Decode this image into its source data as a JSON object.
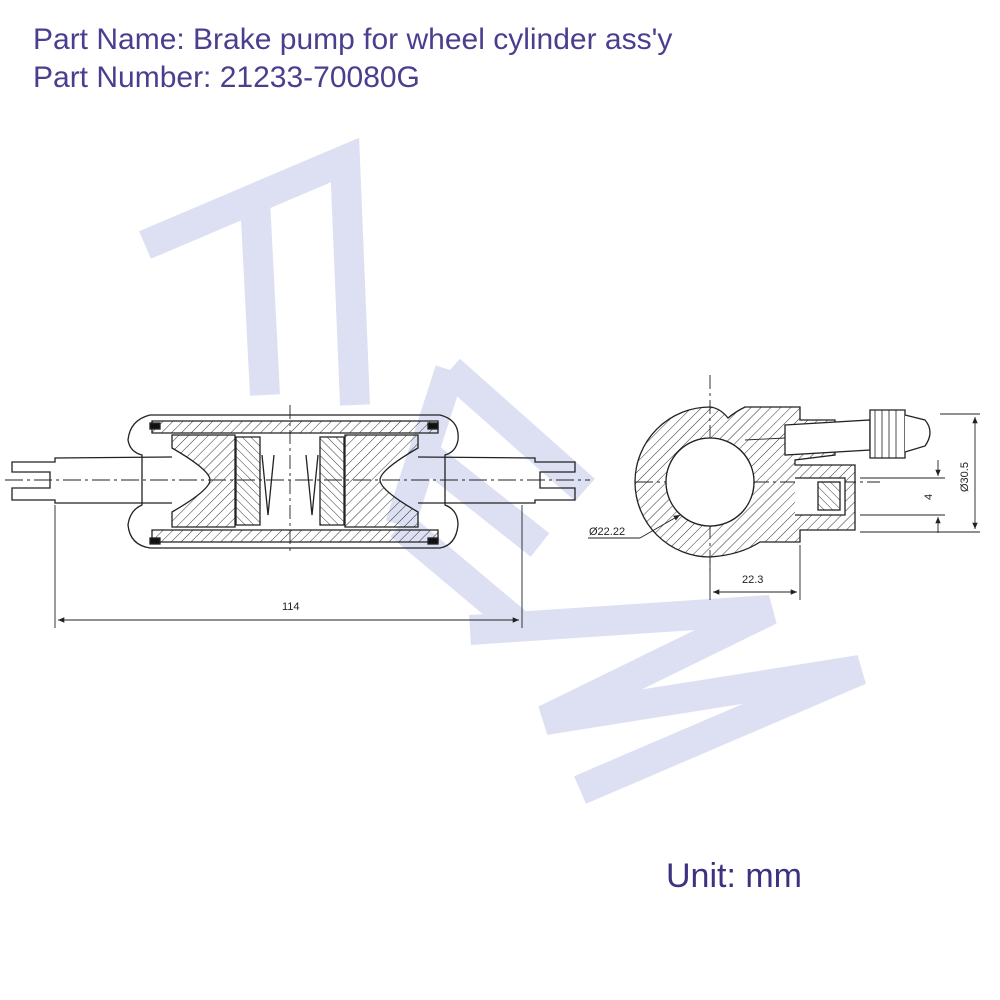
{
  "header": {
    "part_name": "Part Name: Brake pump for wheel cylinder ass'y",
    "part_number": "Part Number: 21233-70080G"
  },
  "footer": {
    "unit": "Unit: mm"
  },
  "watermark": {
    "text": "AEW",
    "color": "#dde0f2"
  },
  "drawing": {
    "dimensions": {
      "overall_length": "114",
      "bore_diameter": "Ø22.22",
      "offset": "22.3",
      "height": "Ø30.5",
      "port": "4"
    }
  },
  "colors": {
    "title": "#4a3f8f",
    "unit": "#3b3280",
    "line": "#222222"
  }
}
